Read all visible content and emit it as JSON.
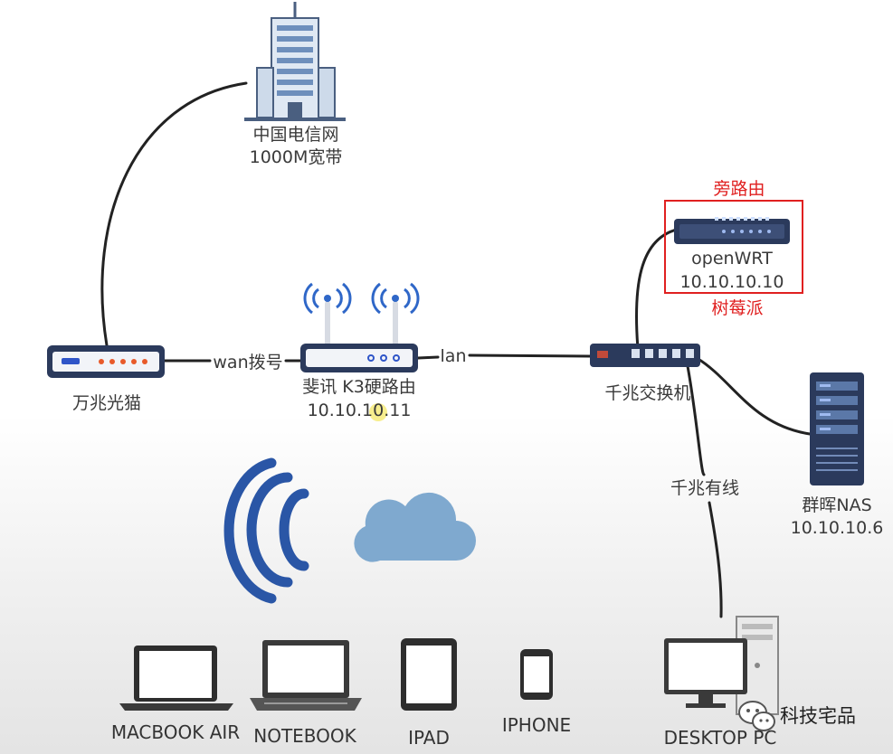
{
  "nodes": {
    "isp": {
      "line1": "中国电信网",
      "line2": "1000M宽带"
    },
    "modem": {
      "label": "万兆光猫"
    },
    "router": {
      "line1": "斐讯 K3硬路由",
      "line2": "10.10.10.11"
    },
    "switch": {
      "label": "千兆交换机"
    },
    "openwrt": {
      "top_label": "旁路由",
      "line1": "openWRT",
      "line2": "10.10.10.10",
      "bottom_label": "树莓派"
    },
    "nas": {
      "line1": "群晖NAS",
      "line2": "10.10.10.6"
    },
    "desktop": {
      "label": "DESKTOP PC"
    }
  },
  "links": {
    "wan": "wan拨号",
    "lan": "lan",
    "wired": "千兆有线"
  },
  "clients": {
    "macbook": "MACBOOK AIR",
    "notebook": "NOTEBOOK",
    "ipad": "IPAD",
    "iphone": "IPHONE"
  },
  "watermark": {
    "text": "科技宅品",
    "icon": "wechat-icon"
  },
  "colors": {
    "accent_red": "#e02020",
    "device_navy": "#2b3a5c",
    "wifi_blue": "#2a56a6",
    "cloud_blue": "#7fa9cf"
  }
}
